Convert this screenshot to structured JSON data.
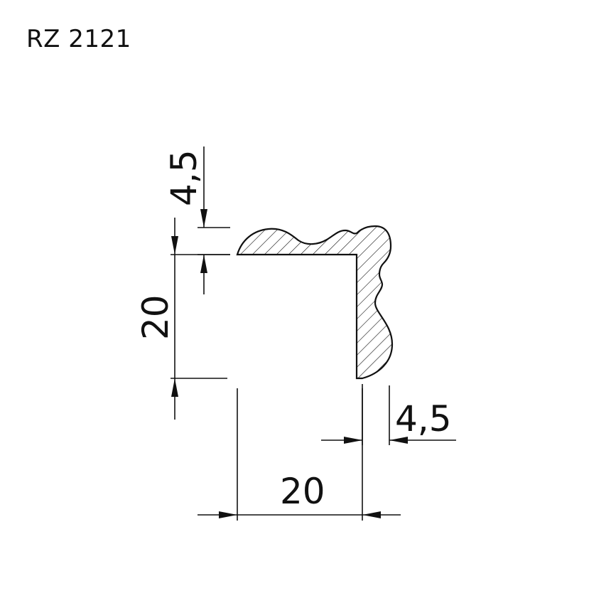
{
  "title": "RZ 2121",
  "dimensions": {
    "top_thickness": "4,5",
    "height": "20",
    "side_thickness": "4,5",
    "width": "20"
  },
  "colors": {
    "line": "#111111",
    "background": "#ffffff"
  }
}
